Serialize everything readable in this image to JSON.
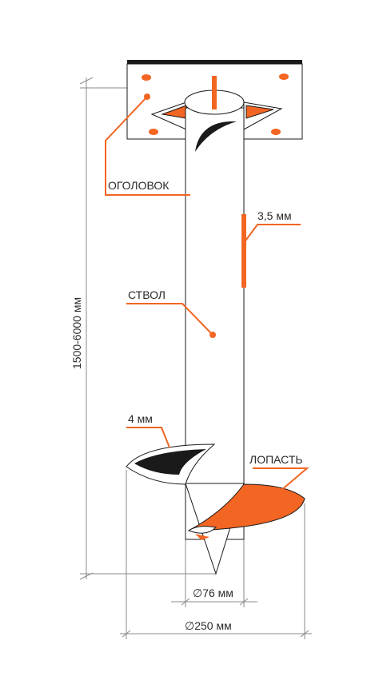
{
  "labels": {
    "cap": "ОГОЛОВОК",
    "wall": "3,5 мм",
    "shaft": "СТВОЛ",
    "blade_thickness": "4 мм",
    "blade": "ЛОПАСТЬ",
    "length": "1500-6000 мм",
    "shaft_diameter": "∅76 мм",
    "blade_diameter": "∅250 мм"
  },
  "colors": {
    "accent": "#f26522",
    "ink": "#1a1a1a",
    "dim": "#8a8a8a"
  }
}
